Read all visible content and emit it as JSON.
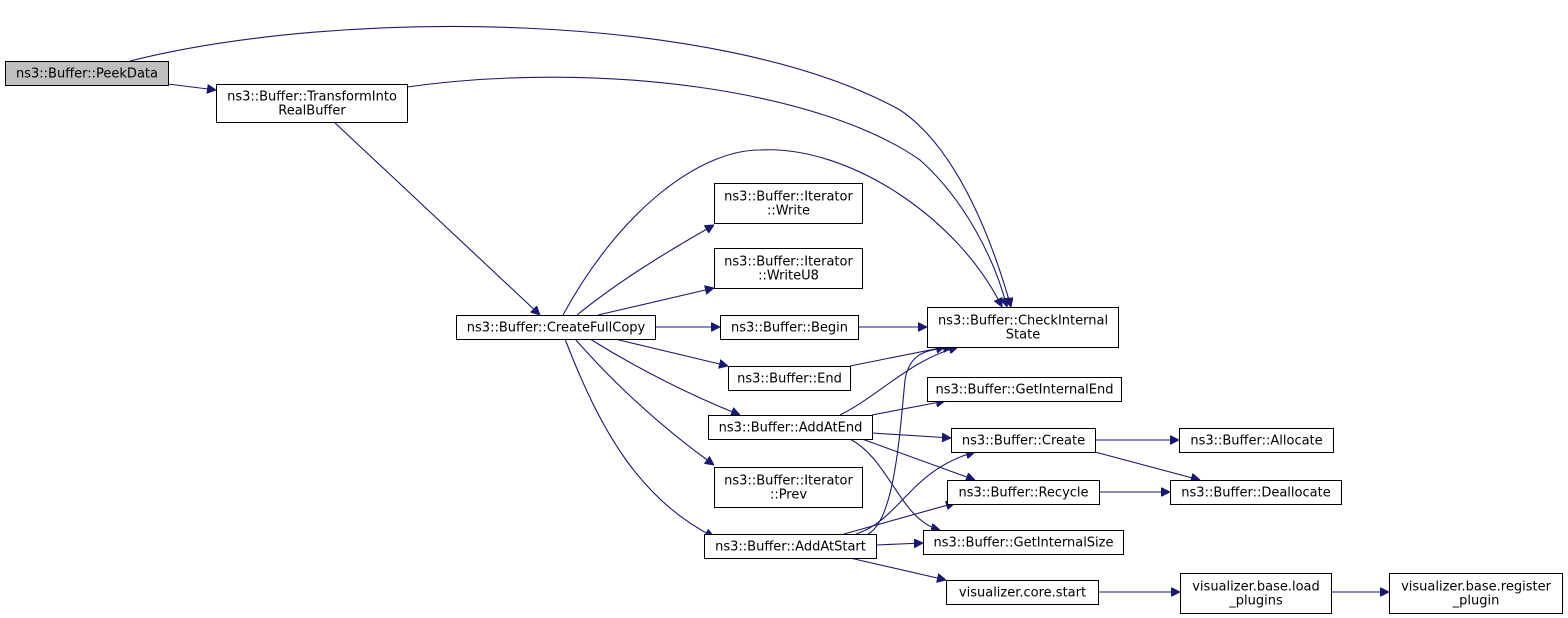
{
  "graph": {
    "edge_color": "#191970",
    "root_fill": "#bfbfbf",
    "nodes": [
      {
        "id": "peekdata",
        "lines": [
          "ns3::Buffer::PeekData"
        ],
        "root": true
      },
      {
        "id": "transform",
        "lines": [
          "ns3::Buffer::TransformInto",
          "RealBuffer"
        ]
      },
      {
        "id": "createfullcopy",
        "lines": [
          "ns3::Buffer::CreateFullCopy"
        ]
      },
      {
        "id": "iterwrite",
        "lines": [
          "ns3::Buffer::Iterator",
          "::Write"
        ]
      },
      {
        "id": "iterwriteu8",
        "lines": [
          "ns3::Buffer::Iterator",
          "::WriteU8"
        ]
      },
      {
        "id": "begin",
        "lines": [
          "ns3::Buffer::Begin"
        ]
      },
      {
        "id": "end",
        "lines": [
          "ns3::Buffer::End"
        ]
      },
      {
        "id": "addatend",
        "lines": [
          "ns3::Buffer::AddAtEnd"
        ]
      },
      {
        "id": "iterprev",
        "lines": [
          "ns3::Buffer::Iterator",
          "::Prev"
        ]
      },
      {
        "id": "addatstart",
        "lines": [
          "ns3::Buffer::AddAtStart"
        ]
      },
      {
        "id": "checkinternal",
        "lines": [
          "ns3::Buffer::CheckInternal",
          "State"
        ]
      },
      {
        "id": "getinternalend",
        "lines": [
          "ns3::Buffer::GetInternalEnd"
        ]
      },
      {
        "id": "create",
        "lines": [
          "ns3::Buffer::Create"
        ]
      },
      {
        "id": "recycle",
        "lines": [
          "ns3::Buffer::Recycle"
        ]
      },
      {
        "id": "getinternalsize",
        "lines": [
          "ns3::Buffer::GetInternalSize"
        ]
      },
      {
        "id": "vizcorestart",
        "lines": [
          "visualizer.core.start"
        ]
      },
      {
        "id": "allocate",
        "lines": [
          "ns3::Buffer::Allocate"
        ]
      },
      {
        "id": "deallocate",
        "lines": [
          "ns3::Buffer::Deallocate"
        ]
      },
      {
        "id": "loadplugins",
        "lines": [
          "visualizer.base.load",
          "_plugins"
        ]
      },
      {
        "id": "registerplugin",
        "lines": [
          "visualizer.base.register",
          "_plugin"
        ]
      }
    ],
    "edges": [
      {
        "from": "peekdata",
        "to": "checkinternal"
      },
      {
        "from": "peekdata",
        "to": "transform"
      },
      {
        "from": "transform",
        "to": "checkinternal"
      },
      {
        "from": "transform",
        "to": "createfullcopy"
      },
      {
        "from": "createfullcopy",
        "to": "checkinternal"
      },
      {
        "from": "createfullcopy",
        "to": "iterwrite"
      },
      {
        "from": "createfullcopy",
        "to": "iterwriteu8"
      },
      {
        "from": "createfullcopy",
        "to": "begin"
      },
      {
        "from": "createfullcopy",
        "to": "end"
      },
      {
        "from": "createfullcopy",
        "to": "addatend"
      },
      {
        "from": "createfullcopy",
        "to": "iterprev"
      },
      {
        "from": "createfullcopy",
        "to": "addatstart"
      },
      {
        "from": "begin",
        "to": "checkinternal"
      },
      {
        "from": "end",
        "to": "checkinternal"
      },
      {
        "from": "addatend",
        "to": "checkinternal"
      },
      {
        "from": "addatend",
        "to": "getinternalend"
      },
      {
        "from": "addatend",
        "to": "create"
      },
      {
        "from": "addatend",
        "to": "recycle"
      },
      {
        "from": "addatend",
        "to": "getinternalsize"
      },
      {
        "from": "addatstart",
        "to": "checkinternal"
      },
      {
        "from": "addatstart",
        "to": "create"
      },
      {
        "from": "addatstart",
        "to": "recycle"
      },
      {
        "from": "addatstart",
        "to": "getinternalsize"
      },
      {
        "from": "addatstart",
        "to": "vizcorestart"
      },
      {
        "from": "create",
        "to": "allocate"
      },
      {
        "from": "create",
        "to": "deallocate"
      },
      {
        "from": "recycle",
        "to": "deallocate"
      },
      {
        "from": "vizcorestart",
        "to": "loadplugins"
      },
      {
        "from": "loadplugins",
        "to": "registerplugin"
      }
    ]
  }
}
